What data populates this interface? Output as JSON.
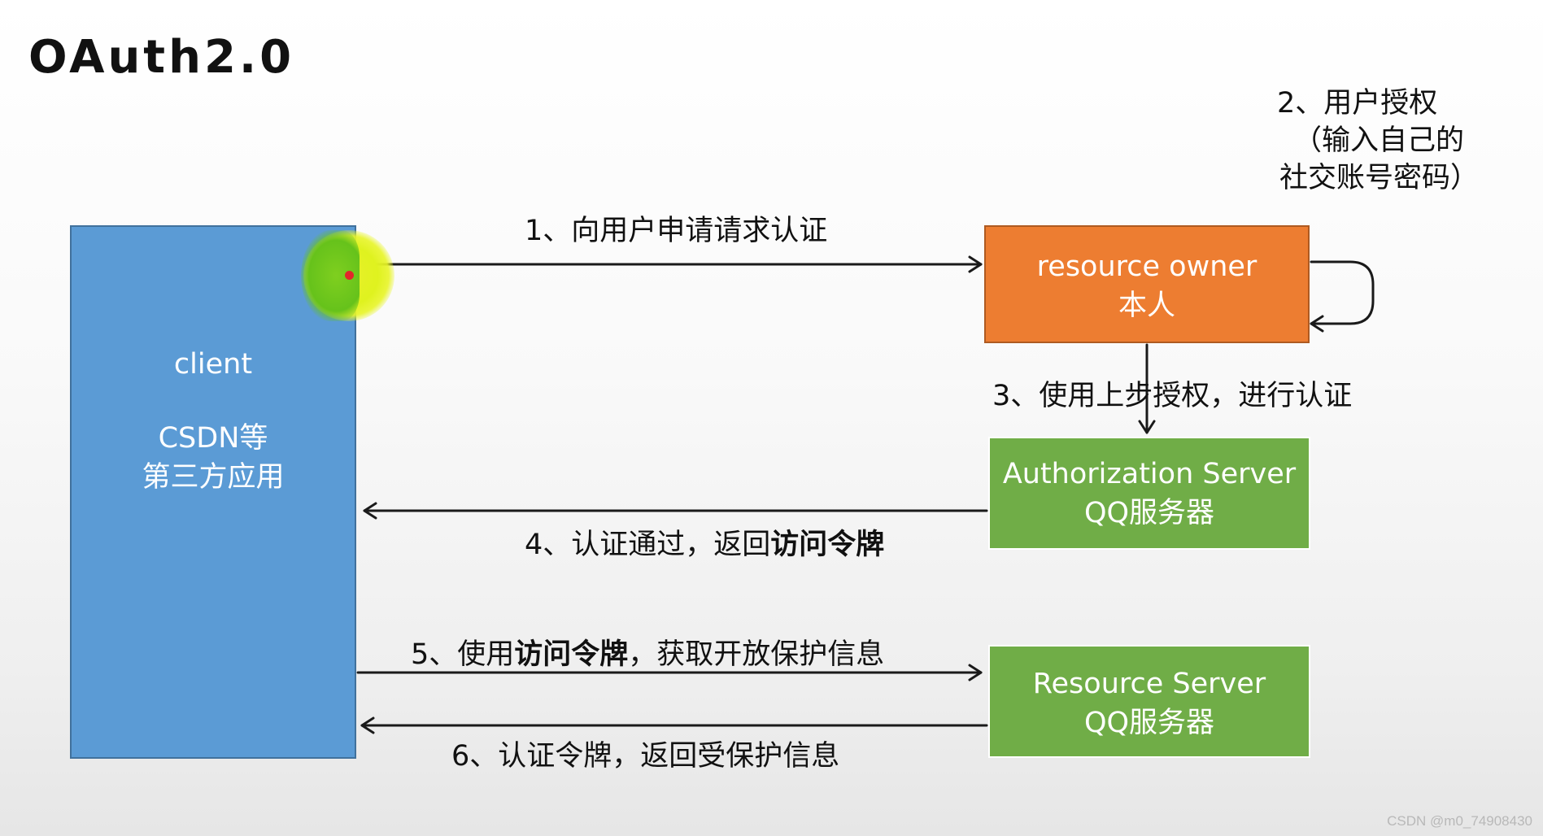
{
  "title": "OAuth2.0",
  "nodes": {
    "client": {
      "line1": "client",
      "line2": "CSDN等",
      "line3": "第三方应用"
    },
    "resource_owner": {
      "line1": "resource owner",
      "line2": "本人"
    },
    "authorization_server": {
      "line1": "Authorization Server",
      "line2": "QQ服务器"
    },
    "resource_server": {
      "line1": "Resource Server",
      "line2": "QQ服务器"
    }
  },
  "edges": {
    "step1": "1、向用户申请请求认证",
    "step2": {
      "line1": "2、用户授权",
      "line2": "（输入自己的",
      "line3": "社交账号密码）"
    },
    "step3": "3、使用上步授权，进行认证",
    "step4": {
      "prefix": "4、认证通过，返回",
      "bold": "访问令牌"
    },
    "step5": {
      "prefix": "5、使用",
      "bold": "访问令牌",
      "suffix": "，获取开放保护信息"
    },
    "step6": "6、认证令牌，返回受保护信息"
  },
  "colors": {
    "client": "#5b9bd5",
    "resource_owner": "#ed7d31",
    "servers": "#70ad47",
    "text": "#111111"
  },
  "watermark": "CSDN @m0_74908430"
}
